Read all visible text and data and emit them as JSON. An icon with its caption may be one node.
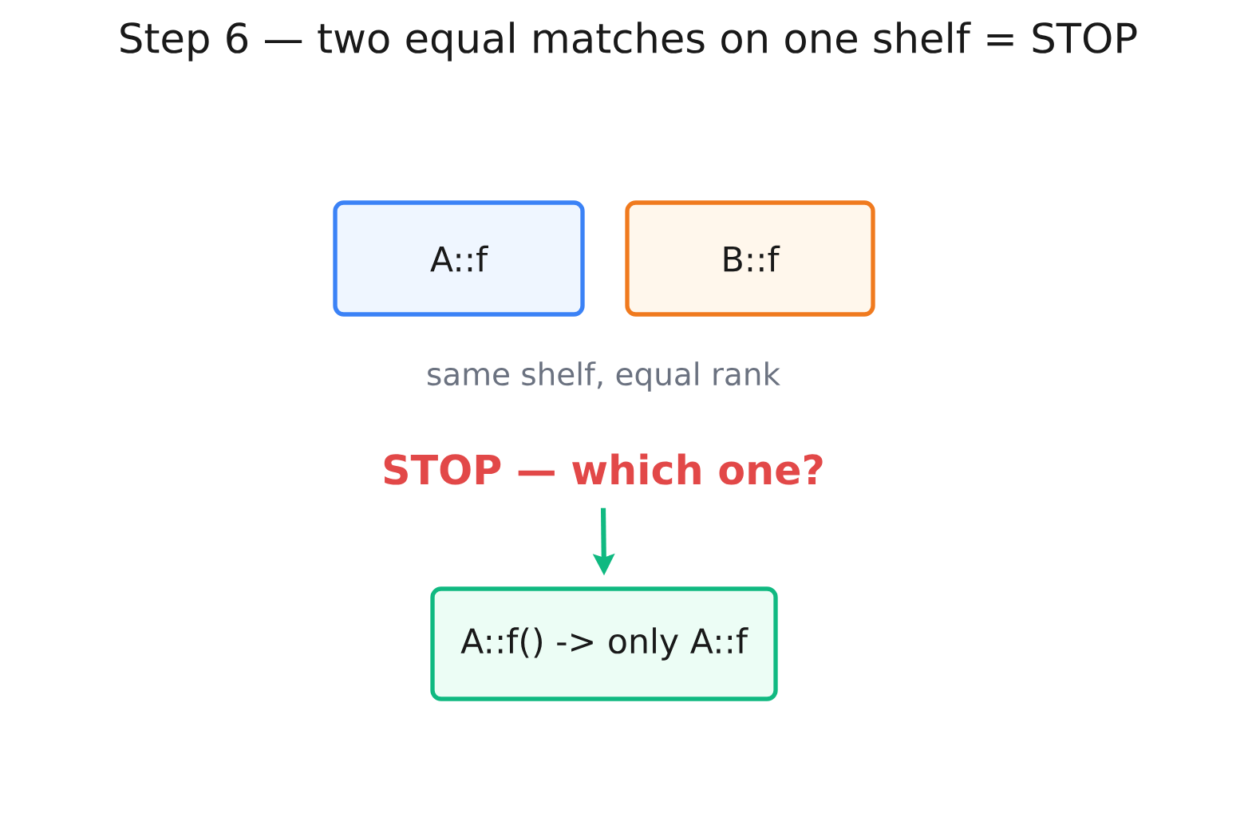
{
  "diagram": {
    "title": "Step 6 — two equal matches on one shelf = STOP",
    "nodes": [
      {
        "text": [
          "A::f"
        ]
      },
      {
        "text": [
          "B::f"
        ]
      },
      {
        "text": [
          "STOP — which one?"
        ]
      },
      {
        "text": [
          "A::f() -> only A::f"
        ]
      }
    ],
    "edges": [
      {
        "from": 2,
        "to": 3,
        "arrow": "to",
        "color": "#10b981"
      }
    ],
    "labels": [
      "same shelf, equal rank"
    ]
  }
}
